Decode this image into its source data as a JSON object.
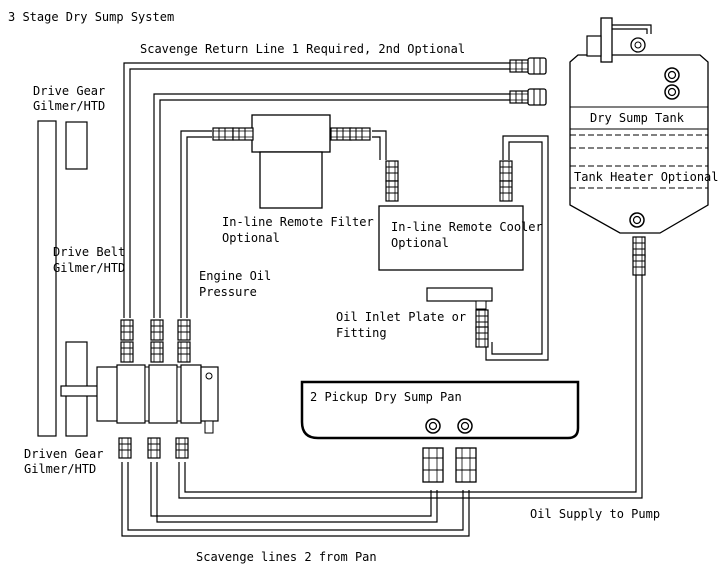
{
  "diagram": {
    "title": "3 Stage Dry Sump System",
    "labels": {
      "scavenge_return": "Scavenge Return Line  1 Required, 2nd Optional",
      "drive_gear_1": "Drive Gear",
      "drive_gear_2": "Gilmer/HTD",
      "drive_belt_1": "Drive Belt",
      "drive_belt_2": "Gilmer/HTD",
      "driven_gear_1": "Driven Gear",
      "driven_gear_2": "Gilmer/HTD",
      "filter_1": "In-line Remote Filter",
      "filter_2": "Optional",
      "cooler_1": "In-line Remote Cooler",
      "cooler_2": "Optional",
      "engine_oil_1": "Engine Oil",
      "engine_oil_2": "Pressure",
      "inlet_plate_1": "Oil Inlet Plate or",
      "inlet_plate_2": "Fitting",
      "dry_sump_tank": "Dry Sump Tank",
      "tank_heater": "Tank Heater Optional",
      "pan": "2 Pickup Dry Sump Pan",
      "oil_supply": "Oil Supply to Pump",
      "scavenge_lines": "Scavenge lines  2 from Pan"
    }
  }
}
